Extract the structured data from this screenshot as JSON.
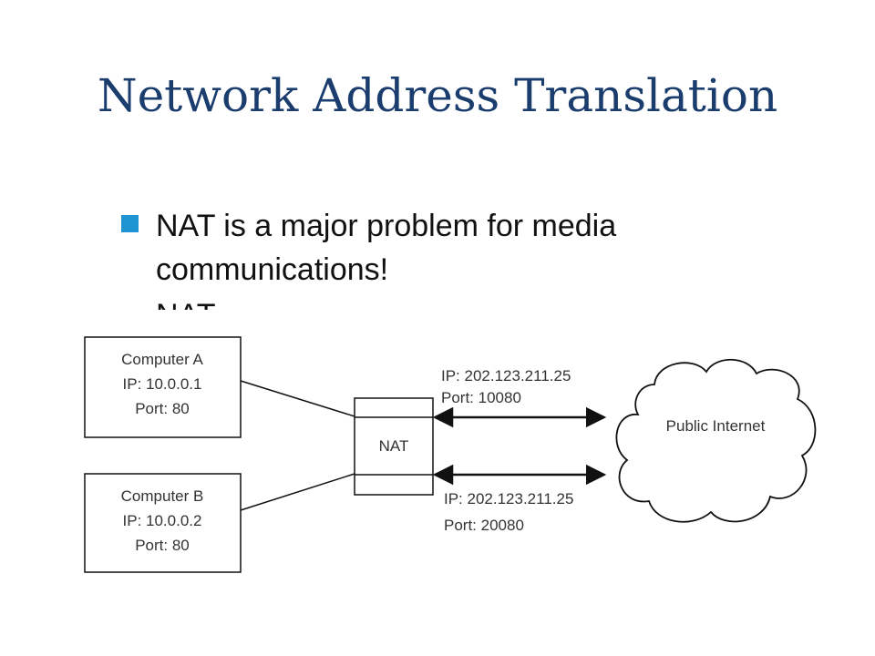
{
  "slide": {
    "title": "Network Address Translation",
    "bullets": [
      {
        "line1": "NAT is a major problem for media",
        "line2": "communications!"
      }
    ],
    "clipped_next_bullet": "NAT"
  },
  "diagram": {
    "computer_a": {
      "name": "Computer A",
      "ip": "IP: 10.0.0.1",
      "port": "Port: 80"
    },
    "computer_b": {
      "name": "Computer B",
      "ip": "IP: 10.0.0.2",
      "port": "Port: 80"
    },
    "nat": {
      "label": "NAT"
    },
    "upper_link": {
      "ip": "IP: 202.123.211.25",
      "port": "Port: 10080"
    },
    "lower_link": {
      "ip": "IP: 202.123.211.25",
      "port": "Port: 20080"
    },
    "cloud": {
      "label": "Public Internet"
    }
  }
}
